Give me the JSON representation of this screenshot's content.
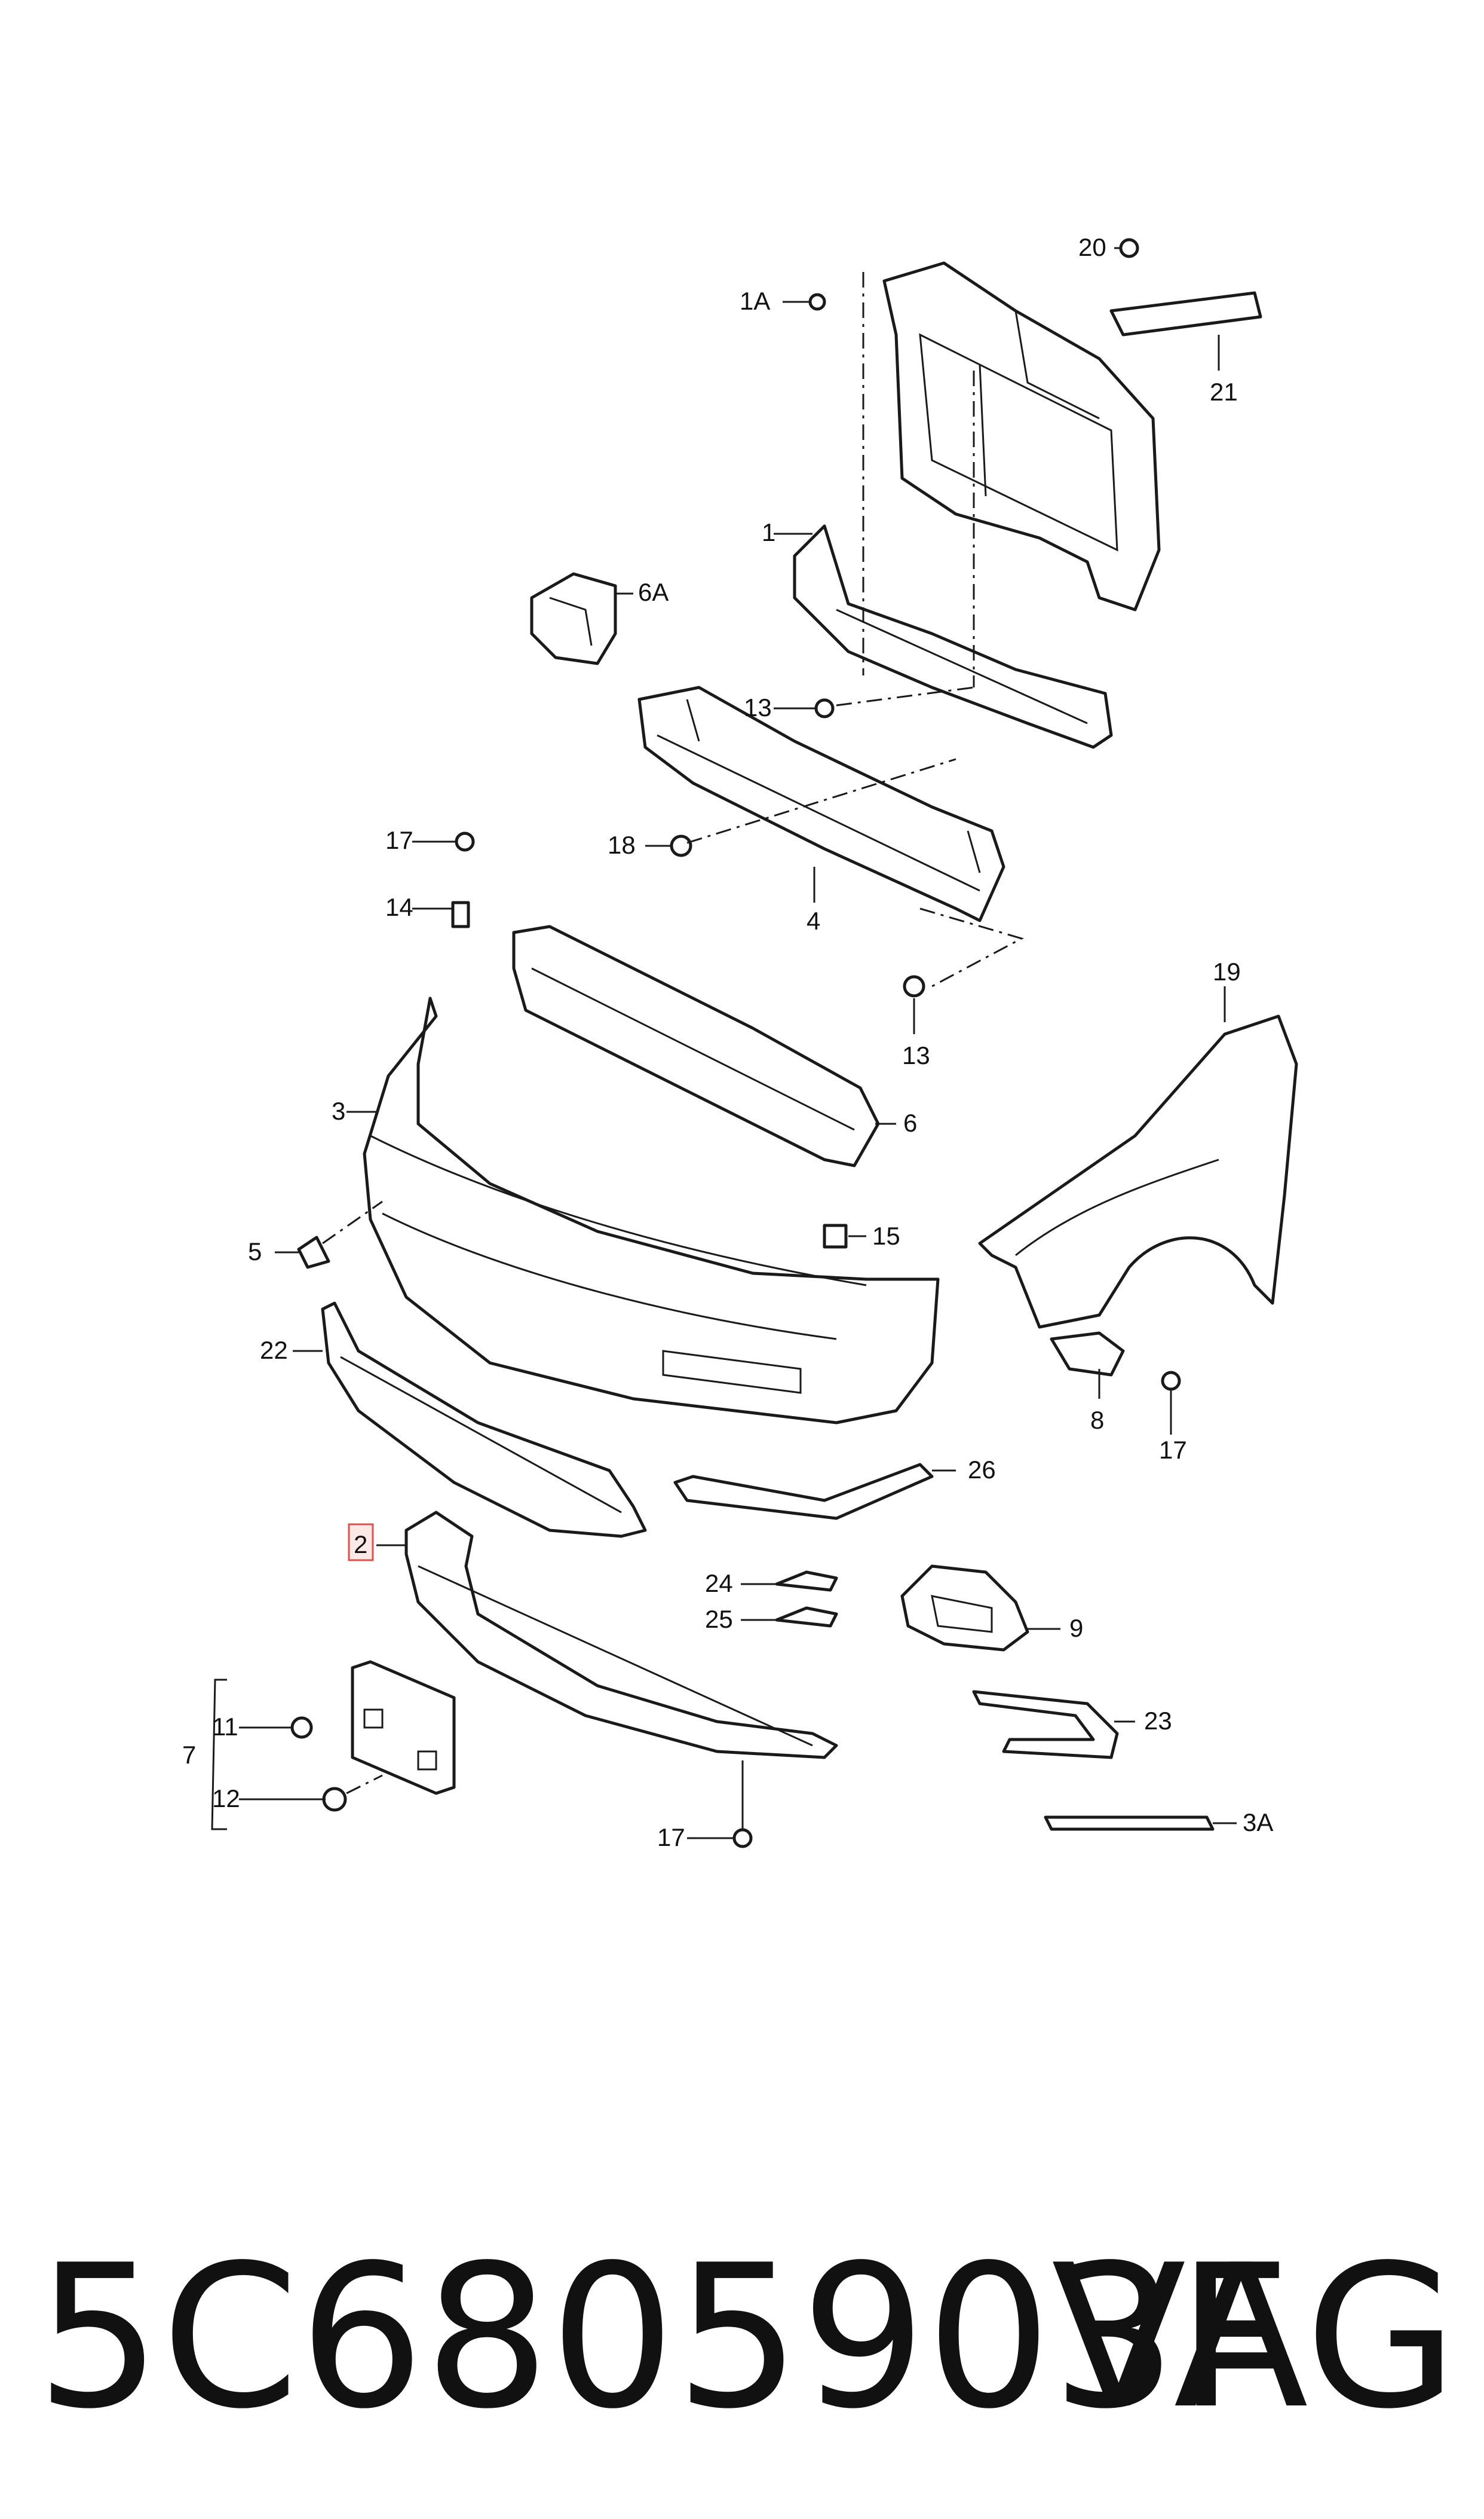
{
  "callouts": {
    "c1": "1",
    "c1A": "1A",
    "c2": "2",
    "c3": "3",
    "c3A": "3A",
    "c4": "4",
    "c5": "5",
    "c6": "6",
    "c6A": "6A",
    "c7": "7",
    "c8": "8",
    "c9": "9",
    "c11": "11",
    "c12": "12",
    "c13a": "13",
    "c13b": "13",
    "c14": "14",
    "c15": "15",
    "c17a": "17",
    "c17b": "17",
    "c17c": "17",
    "c18": "18",
    "c19": "19",
    "c20": "20",
    "c21": "21",
    "c22": "22",
    "c23": "23",
    "c24": "24",
    "c25": "25",
    "c26": "26"
  },
  "highlight_color": "#d9534f",
  "highlighted_callout": "2",
  "footer": {
    "part_number": "5C6805903F",
    "brand": "VAG"
  }
}
